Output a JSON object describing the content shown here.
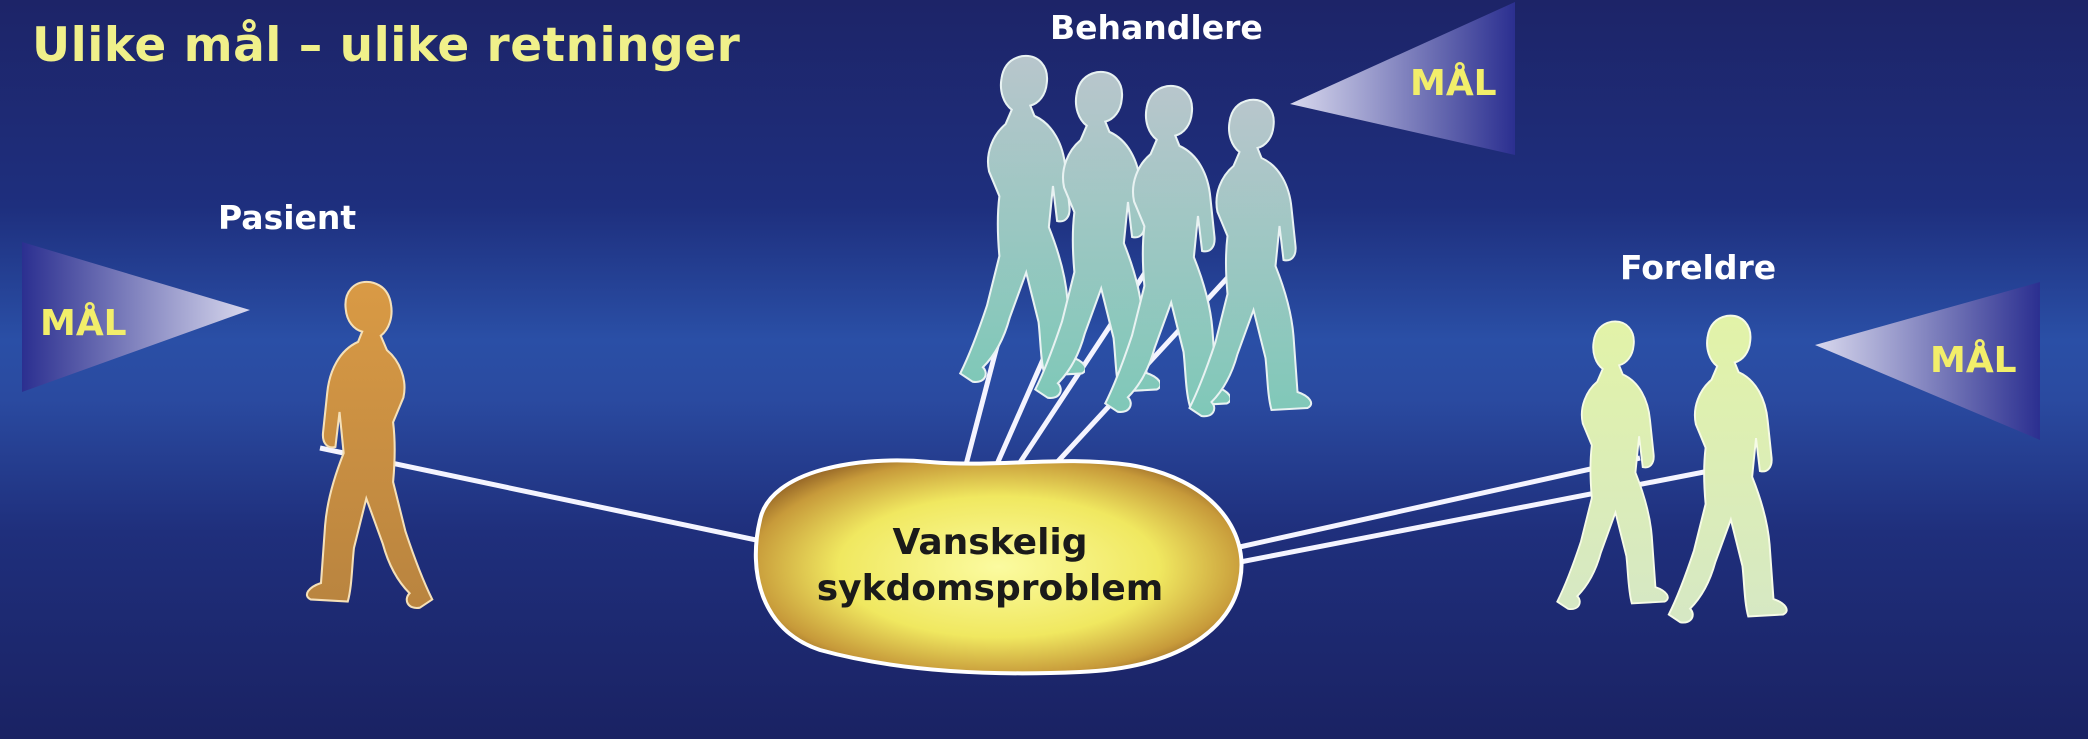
{
  "title": "Ulike mål – ulike retninger",
  "groups": {
    "patient": "Pasient",
    "clinicians": "Behandlere",
    "parents": "Foreldre"
  },
  "goal_label": "MÅL",
  "problem": {
    "line1": "Vanskelig",
    "line2": "sykdomsproblem"
  },
  "colors": {
    "title": "#f0f08a",
    "goal_text": "#f2ee6a",
    "patient_figure": "#c8893a",
    "clinician_figure": "#8fb8b4",
    "parent_figure": "#d8f0b0",
    "problem_fill": "#f4f070"
  },
  "icons": [
    "walking-person-icon",
    "goal-cone-icon",
    "rope-icon"
  ]
}
